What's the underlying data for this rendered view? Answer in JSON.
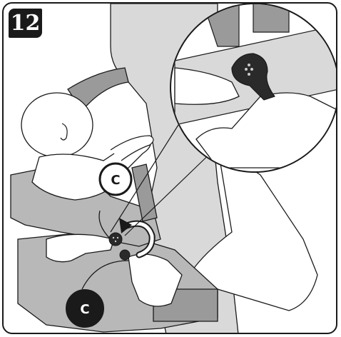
{
  "step": {
    "number": "12"
  },
  "callouts": {
    "upper": "C",
    "lower": "C"
  },
  "colors": {
    "outline": "#1a1a1a",
    "strap_gray": "#9a9a9a",
    "carrier_gray": "#b8b8b8",
    "light_gray": "#d9d9d9",
    "skin": "#ffffff",
    "background": "#ffffff"
  },
  "icons": {
    "rotation_arrow": "curved-arrow-icon",
    "snap_button": "snap-button-icon"
  }
}
